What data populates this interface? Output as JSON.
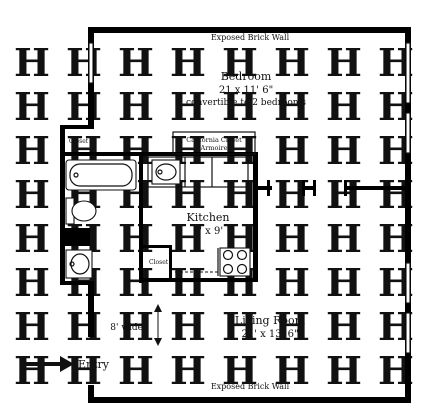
{
  "watermark": {
    "glyph": "H"
  },
  "labels": {
    "top_wall": "Exposed Brick Wall",
    "bottom_wall": "Exposed Brick Wall",
    "bedroom_name": "Bedroom",
    "bedroom_size": "21 x 11' 6\"",
    "bedroom_note": "convertible to 2 bedrooms",
    "closet_top": "Closet",
    "closet_kitchen": "Closet",
    "armoire_line1": "California Closet",
    "armoire_line2": "Armoire",
    "kitchen_name": "Kitchen",
    "kitchen_size": "6' x 9'",
    "living_name": "Living Room",
    "living_size": "21' x 13' 6\"",
    "hall_width": "8' wide",
    "entry": "Entry"
  }
}
